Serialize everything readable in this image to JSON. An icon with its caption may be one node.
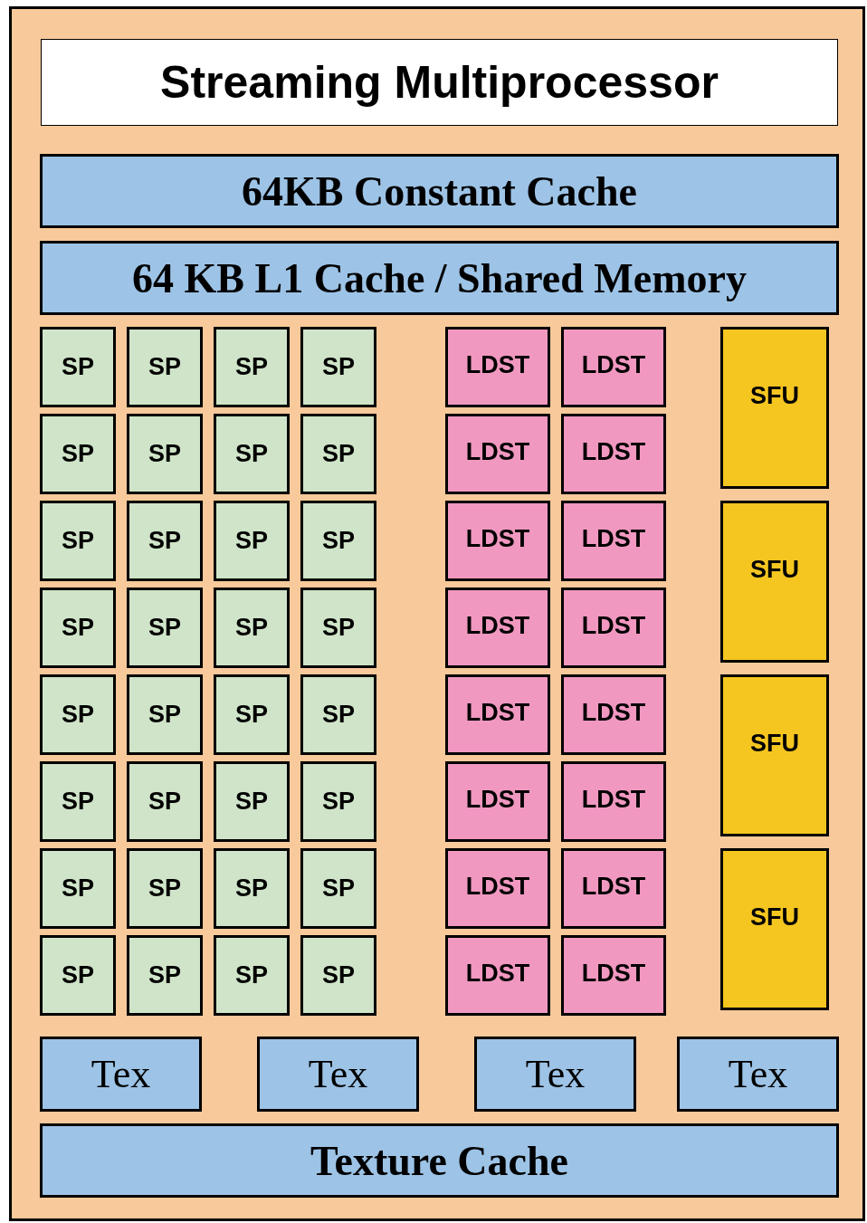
{
  "diagram": {
    "nodes": [
      {
        "text": [],
        "shape": "box"
      },
      {
        "text": [
          "Streaming Multiprocessor"
        ],
        "in": 0
      },
      {
        "text": [
          "64KB Constant Cache"
        ],
        "in": 0
      },
      {
        "text": [
          "64 KB L1 Cache / Shared Memory"
        ],
        "in": 0
      },
      {
        "text": [
          "SP"
        ],
        "in": 0
      },
      {
        "text": [
          "SP"
        ],
        "in": 0
      },
      {
        "text": [
          "SP"
        ],
        "in": 0
      },
      {
        "text": [
          "SP"
        ],
        "in": 0
      },
      {
        "text": [
          "SP"
        ],
        "in": 0
      },
      {
        "text": [
          "SP"
        ],
        "in": 0
      },
      {
        "text": [
          "SP"
        ],
        "in": 0
      },
      {
        "text": [
          "SP"
        ],
        "in": 0
      },
      {
        "text": [
          "SP"
        ],
        "in": 0
      },
      {
        "text": [
          "SP"
        ],
        "in": 0
      },
      {
        "text": [
          "SP"
        ],
        "in": 0
      },
      {
        "text": [
          "SP"
        ],
        "in": 0
      },
      {
        "text": [
          "SP"
        ],
        "in": 0
      },
      {
        "text": [
          "SP"
        ],
        "in": 0
      },
      {
        "text": [
          "SP"
        ],
        "in": 0
      },
      {
        "text": [
          "SP"
        ],
        "in": 0
      },
      {
        "text": [
          "SP"
        ],
        "in": 0
      },
      {
        "text": [
          "SP"
        ],
        "in": 0
      },
      {
        "text": [
          "SP"
        ],
        "in": 0
      },
      {
        "text": [
          "SP"
        ],
        "in": 0
      },
      {
        "text": [
          "SP"
        ],
        "in": 0
      },
      {
        "text": [
          "SP"
        ],
        "in": 0
      },
      {
        "text": [
          "SP"
        ],
        "in": 0
      },
      {
        "text": [
          "SP"
        ],
        "in": 0
      },
      {
        "text": [
          "SP"
        ],
        "in": 0
      },
      {
        "text": [
          "SP"
        ],
        "in": 0
      },
      {
        "text": [
          "SP"
        ],
        "in": 0
      },
      {
        "text": [
          "SP"
        ],
        "in": 0
      },
      {
        "text": [
          "SP"
        ],
        "in": 0
      },
      {
        "text": [
          "SP"
        ],
        "in": 0
      },
      {
        "text": [
          "SP"
        ],
        "in": 0
      },
      {
        "text": [
          "SP"
        ],
        "in": 0
      },
      {
        "text": [
          "LDST"
        ],
        "in": 0
      },
      {
        "text": [
          "LDST"
        ],
        "in": 0
      },
      {
        "text": [
          "LDST"
        ],
        "in": 0
      },
      {
        "text": [
          "LDST"
        ],
        "in": 0
      },
      {
        "text": [
          "LDST"
        ],
        "in": 0
      },
      {
        "text": [
          "LDST"
        ],
        "in": 0
      },
      {
        "text": [
          "LDST"
        ],
        "in": 0
      },
      {
        "text": [
          "LDST"
        ],
        "in": 0
      },
      {
        "text": [
          "LDST"
        ],
        "in": 0
      },
      {
        "text": [
          "LDST"
        ],
        "in": 0
      },
      {
        "text": [
          "LDST"
        ],
        "in": 0
      },
      {
        "text": [
          "LDST"
        ],
        "in": 0
      },
      {
        "text": [
          "LDST"
        ],
        "in": 0
      },
      {
        "text": [
          "LDST"
        ],
        "in": 0
      },
      {
        "text": [
          "LDST"
        ],
        "in": 0
      },
      {
        "text": [
          "LDST"
        ],
        "in": 0
      },
      {
        "text": [
          "SFU"
        ],
        "in": 0
      },
      {
        "text": [
          "SFU"
        ],
        "in": 0
      },
      {
        "text": [
          "SFU"
        ],
        "in": 0
      },
      {
        "text": [
          "SFU"
        ],
        "in": 0
      },
      {
        "text": [
          "Tex"
        ],
        "in": 0
      },
      {
        "text": [
          "Tex"
        ],
        "in": 0
      },
      {
        "text": [
          "Tex"
        ],
        "in": 0
      },
      {
        "text": [
          "Tex"
        ],
        "in": 0
      },
      {
        "text": [
          "Texture Cache"
        ],
        "in": 0
      }
    ],
    "edges": []
  }
}
